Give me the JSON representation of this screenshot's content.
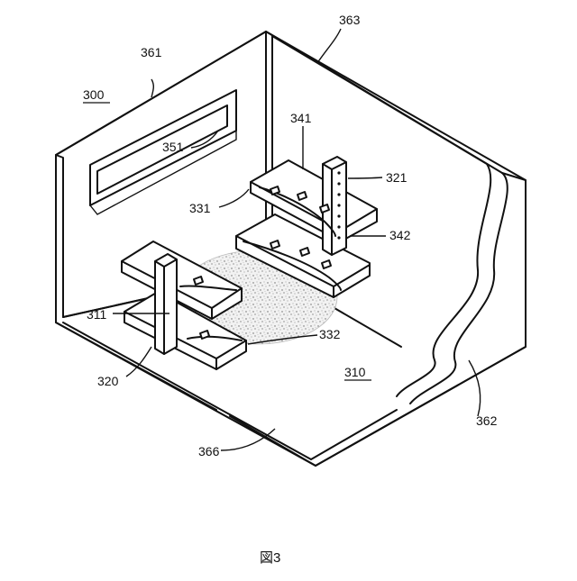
{
  "figure": {
    "caption": "図3",
    "labels": {
      "device": "300",
      "wall_left": "361",
      "wall_back": "363",
      "wall_right": "362",
      "floor_front": "366",
      "window": "351",
      "floor": "310",
      "substrate_stage": "311",
      "post_front": "320",
      "post_back": "321",
      "arm_upper_front": "331",
      "arm_lower_front": "332",
      "arm_upper_back": "341",
      "arm_lower_back": "342"
    }
  }
}
